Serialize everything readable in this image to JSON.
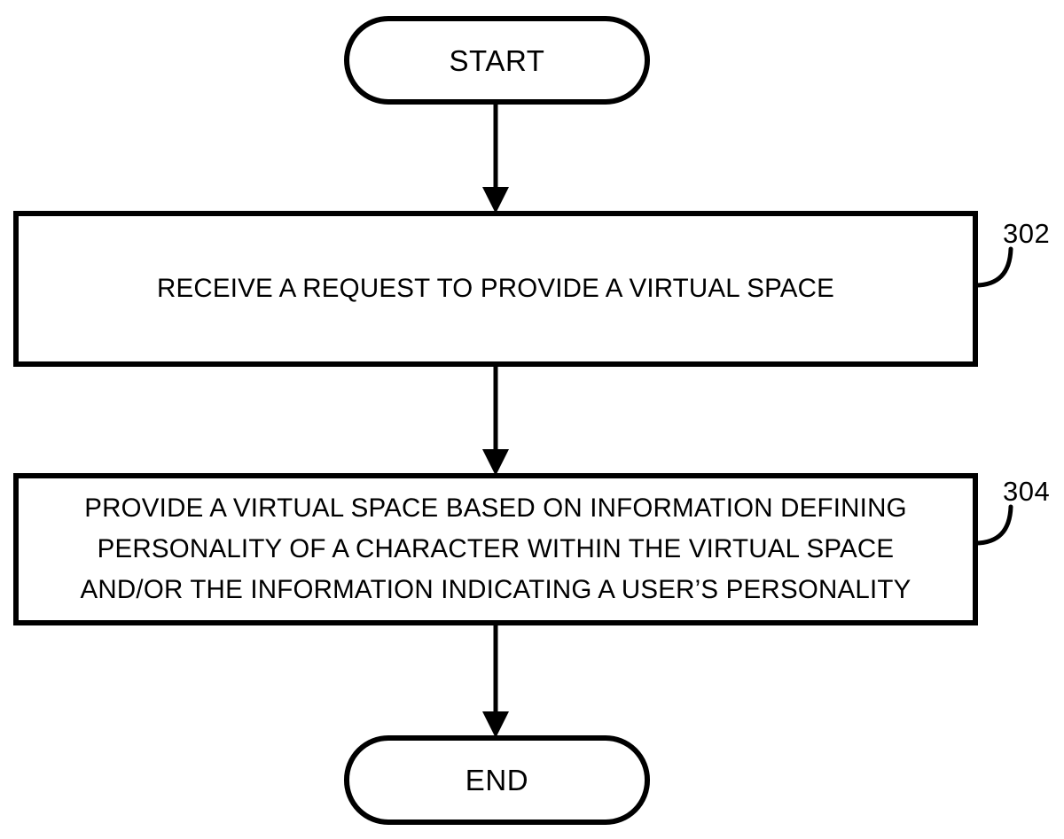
{
  "figure": {
    "type": "flowchart",
    "orientation": "vertical",
    "background_color": "#ffffff",
    "stroke_color": "#000000"
  },
  "nodes": {
    "start": {
      "shape": "terminator",
      "label": "START"
    },
    "step_302": {
      "shape": "process",
      "ref": "302",
      "lines": [
        "RECEIVE A REQUEST TO PROVIDE A VIRTUAL SPACE"
      ]
    },
    "step_304": {
      "shape": "process",
      "ref": "304",
      "lines": [
        "PROVIDE A VIRTUAL SPACE BASED ON INFORMATION DEFINING",
        "PERSONALITY OF A CHARACTER WITHIN THE VIRTUAL SPACE",
        "AND/OR THE INFORMATION INDICATING A USER’S PERSONALITY"
      ]
    },
    "end": {
      "shape": "terminator",
      "label": "END"
    }
  },
  "connectors": [
    {
      "name": "start-to-302",
      "from": "start",
      "to": "step_302",
      "arrow": "down"
    },
    {
      "name": "302-to-304",
      "from": "step_302",
      "to": "step_304",
      "arrow": "down"
    },
    {
      "name": "304-to-end",
      "from": "step_304",
      "to": "end",
      "arrow": "down"
    }
  ],
  "reference_labels": [
    {
      "name": "ref-302",
      "text": "302",
      "target": "step_302"
    },
    {
      "name": "ref-304",
      "text": "304",
      "target": "step_304"
    }
  ]
}
